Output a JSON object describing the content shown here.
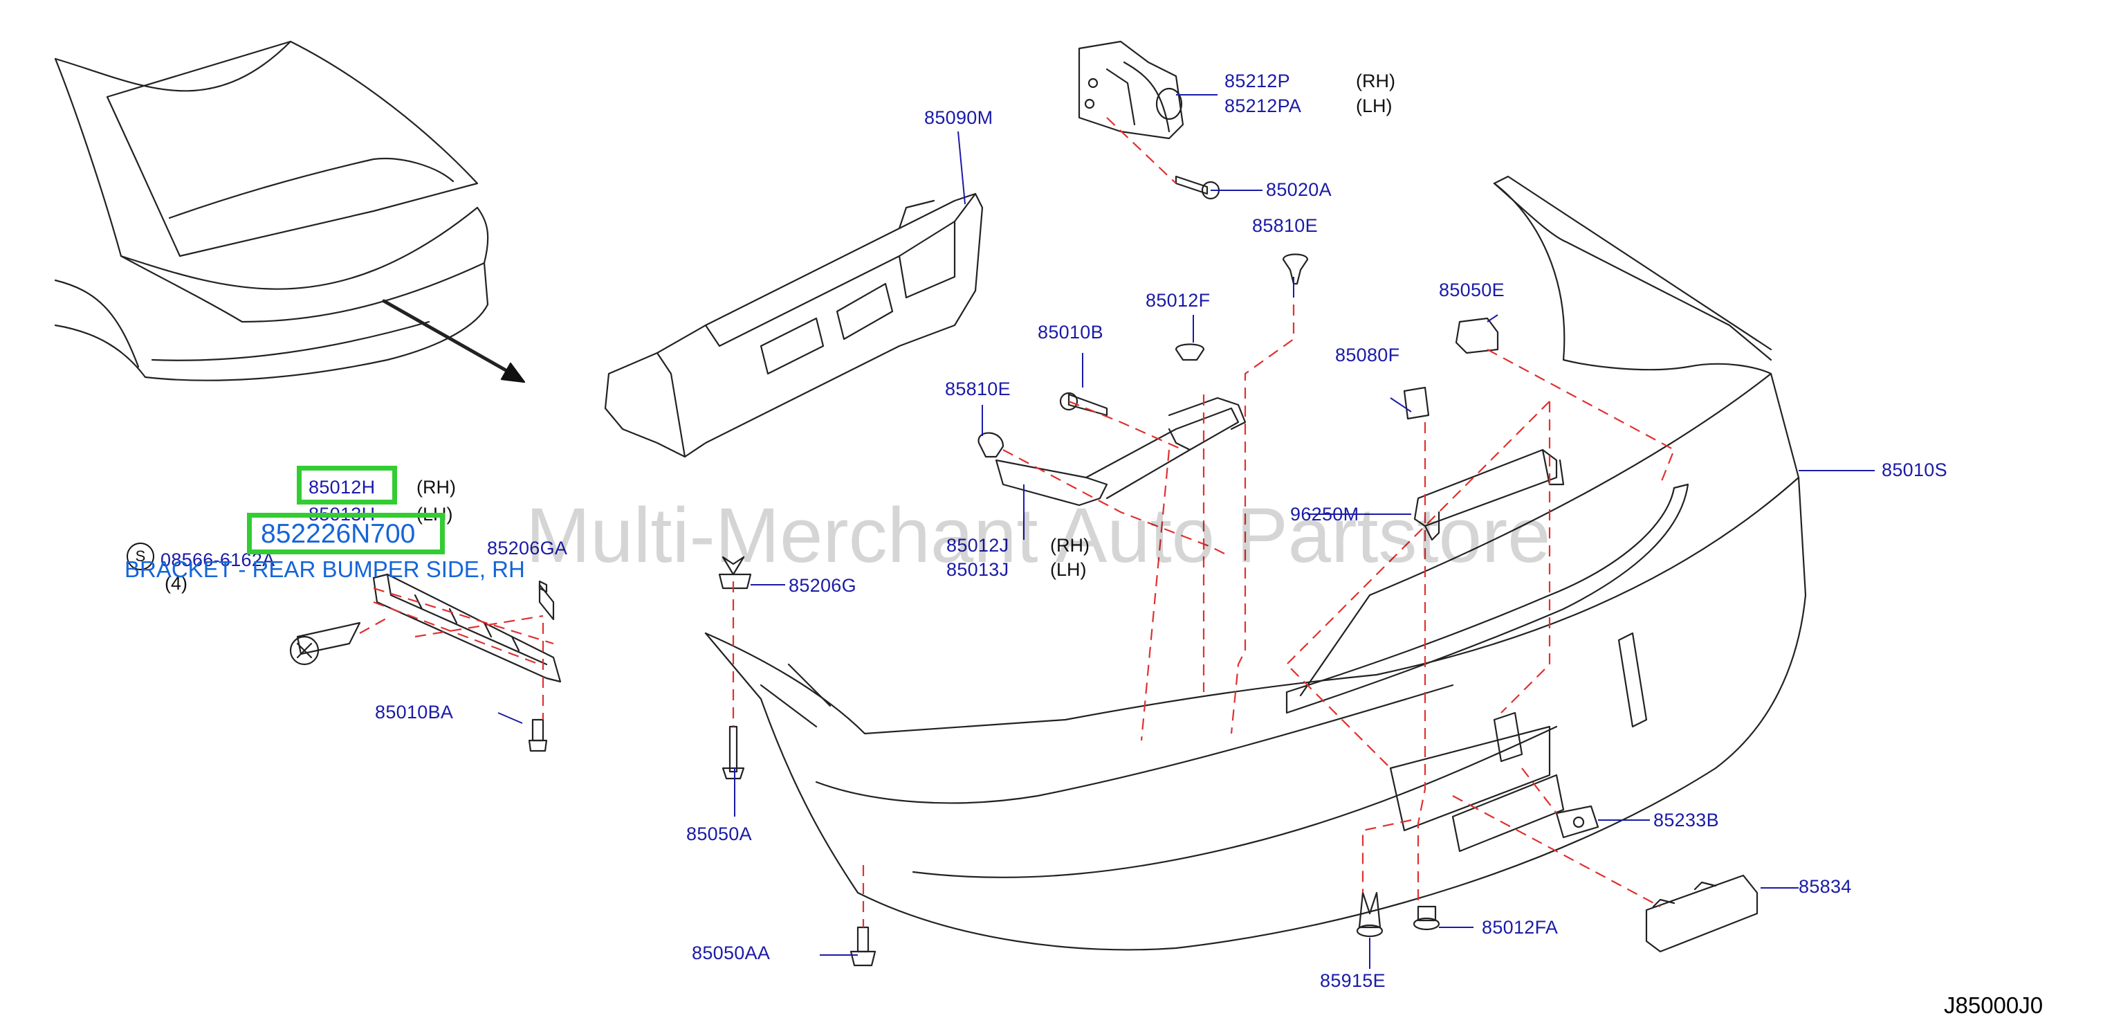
{
  "parts": {
    "p_85212P": "85212P",
    "p_85212PA": "85212PA",
    "rh1": "(RH)",
    "lh1": "(LH)",
    "p_85090M": "85090M",
    "p_85020A": "85020A",
    "p_85810E_top": "85810E",
    "p_85050E": "85050E",
    "p_85012F": "85012F",
    "p_85010B": "85010B",
    "p_85080F": "85080F",
    "p_85810E_mid": "85810E",
    "p_85010S": "85010S",
    "p_85012H": "85012H",
    "rh2": "(RH)",
    "p_85013H": "85013H",
    "lh2": "(LH)",
    "p_96250M": "96250M",
    "p_85012J": "85012J",
    "rh3": "(RH)",
    "p_85013J": "85013J",
    "lh3": "(LH)",
    "p_08566": "08566-6162A",
    "qty": "(4)",
    "p_85206GA": "85206GA",
    "p_85206G": "85206G",
    "p_85010BA": "85010BA",
    "p_85050A": "85050A",
    "p_85233B": "85233B",
    "p_85834": "85834",
    "p_85012FA": "85012FA",
    "p_85050AA": "85050AA",
    "p_85915E": "85915E",
    "symbol": "S"
  },
  "highlight": {
    "part_number": "852226N700",
    "description": "BRACKET - REAR BUMPER SIDE, RH",
    "box_color": "#33cc33",
    "text_color": "#1565d8"
  },
  "watermark": "Multi-Merchant Auto Partstore",
  "diagram_code": "J85000J0",
  "colors": {
    "label": "#1a1aa8",
    "leader_dashed": "#e03030",
    "outline": "#222222"
  }
}
